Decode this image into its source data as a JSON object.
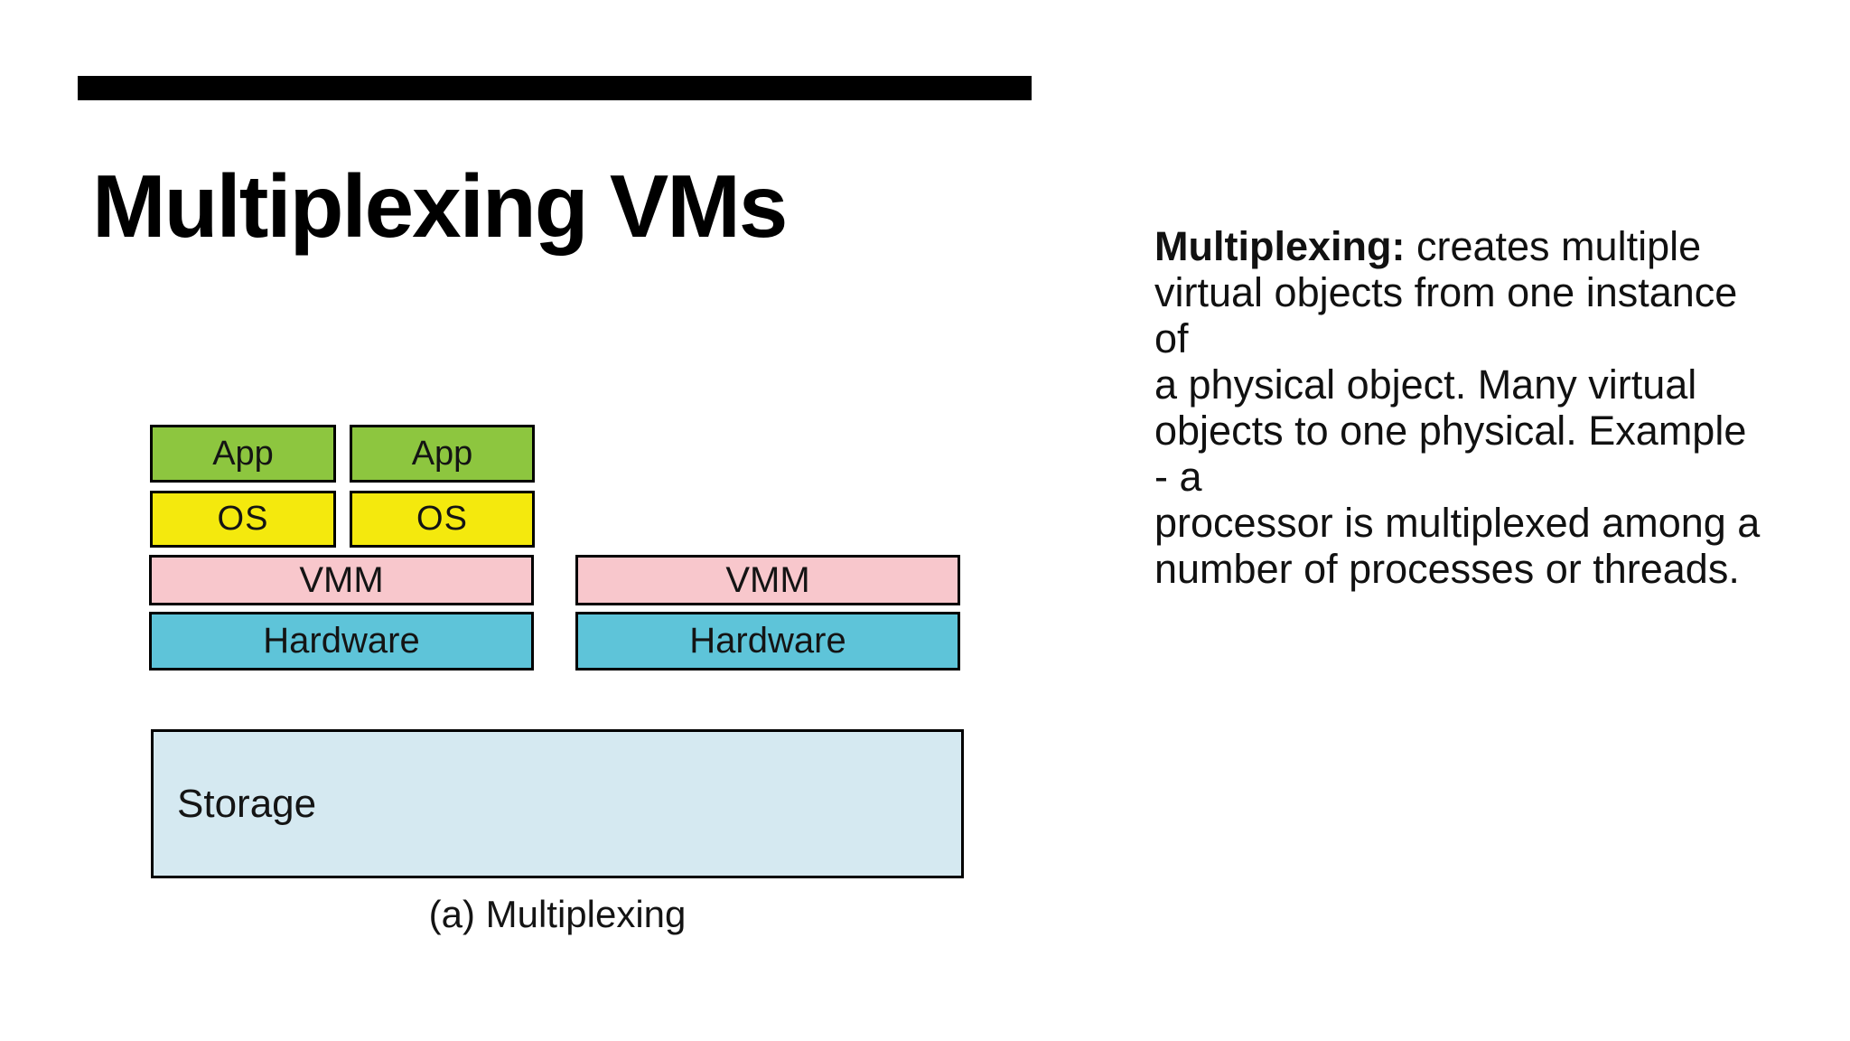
{
  "slide": {
    "title": "Multiplexing VMs"
  },
  "note": {
    "bold_lead": "Multiplexing:",
    "rest": " creates multiple\nvirtual objects from one instance of\na physical object. Many virtual\nobjects to one physical. Example - a\nprocessor is multiplexed among a\nnumber of processes or threads."
  },
  "diagram": {
    "caption": "(a) Multiplexing",
    "vm_stacks": [
      {
        "app": "App",
        "os": "OS"
      },
      {
        "app": "App",
        "os": "OS"
      }
    ],
    "vmm_label": "VMM",
    "hardware_label": "Hardware",
    "storage_label": "Storage",
    "colors": {
      "top_bar": "#000000",
      "app": "#8DC63F",
      "os": "#F4E90D",
      "vmm": "#F8C7CC",
      "hardware": "#5EC4D9",
      "storage": "#D5E9F1",
      "border": "#000000"
    }
  }
}
